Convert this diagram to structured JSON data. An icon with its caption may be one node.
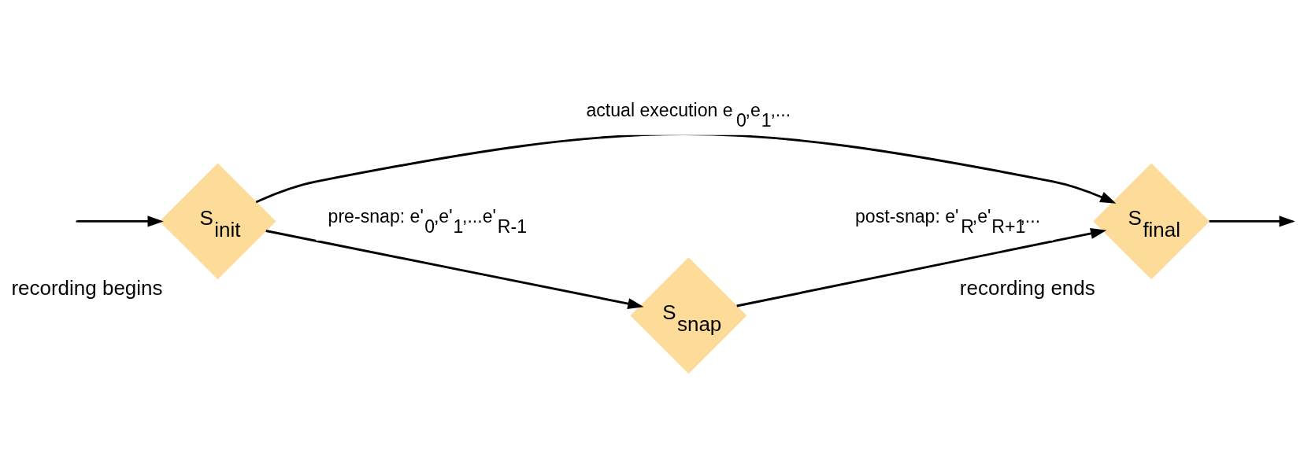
{
  "diagram": {
    "nodes": [
      {
        "text": [
          "S$_{init}$"
        ],
        "beside": [
          "recording begins"
        ]
      },
      {
        "text": [
          "S$_{final}$"
        ],
        "beside": [
          "recording ends"
        ]
      },
      {
        "text": [
          "S$_{snap}$"
        ]
      }
    ],
    "edges": [
      {
        "from": null,
        "to": 0,
        "arrow": "to"
      },
      {
        "from": 0,
        "to": 1,
        "arrow": "to",
        "label": "actual execution e$_{0}$,e$_{1}$,..."
      },
      {
        "from": 0,
        "to": 2,
        "arrow": "to",
        "label": "pre-snap: e'$_{0}$,e'$_{1}$,...e'$_{R-1}$"
      },
      {
        "from": 2,
        "to": 1,
        "arrow": "to",
        "label": "post-snap: e'$_{R}$,e'$_{R+1}$,..."
      },
      {
        "from": 1,
        "to": null,
        "arrow": "to"
      }
    ]
  }
}
